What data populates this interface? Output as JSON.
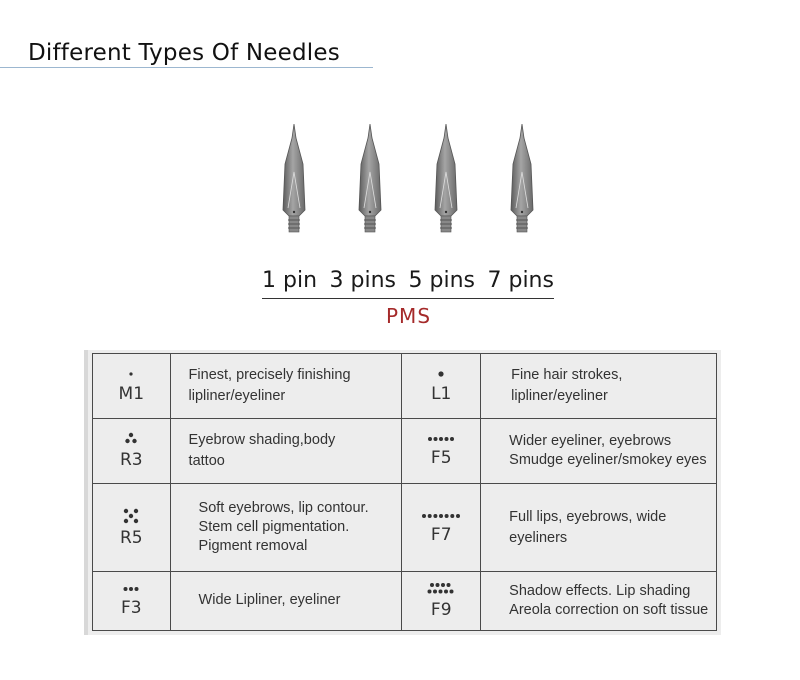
{
  "header": {
    "title": "Different Types Of Needles"
  },
  "pins": {
    "labels": [
      "1 pin",
      "3 pins",
      "5 pins",
      "7 pins"
    ],
    "group_label": "PMS"
  },
  "table": {
    "rows": [
      {
        "left": {
          "code": "M1",
          "dots": "single-dot-icon",
          "lines": [
            "Finest, precisely finishing",
            "lipliner/eyeliner"
          ]
        },
        "right": {
          "code": "L1",
          "dots": "single-dot-icon",
          "lines": [
            "Fine hair strokes,",
            "lipliner/eyeliner"
          ]
        }
      },
      {
        "left": {
          "code": "R3",
          "dots": "triangle-three-dots-icon",
          "lines": [
            "Eyebrow shading,body",
            "tattoo"
          ]
        },
        "right": {
          "code": "F5",
          "dots": "five-dots-row-icon",
          "lines": [
            "Wider eyeliner, eyebrows",
            "Smudge eyeliner/smokey eyes"
          ]
        }
      },
      {
        "left": {
          "code": "R5",
          "dots": "quincunx-five-dots-icon",
          "lines": [
            "Soft eyebrows, lip contour.",
            "Stem cell pigmentation.",
            "Pigment removal"
          ]
        },
        "right": {
          "code": "F7",
          "dots": "seven-dots-row-icon",
          "lines": [
            "Full lips, eyebrows, wide",
            "eyeliners"
          ]
        }
      },
      {
        "left": {
          "code": "F3",
          "dots": "three-dots-row-icon",
          "lines": [
            "Wide Lipliner, eyeliner"
          ]
        },
        "right": {
          "code": "F9",
          "dots": "nine-dots-staggered-icon",
          "lines": [
            "Shadow effects. Lip shading",
            "Areola correction on soft tissue"
          ]
        }
      }
    ]
  },
  "colors": {
    "pms": "#a52a2a",
    "needle_body": "#7a7a7a",
    "table_bg": "#ededed"
  }
}
